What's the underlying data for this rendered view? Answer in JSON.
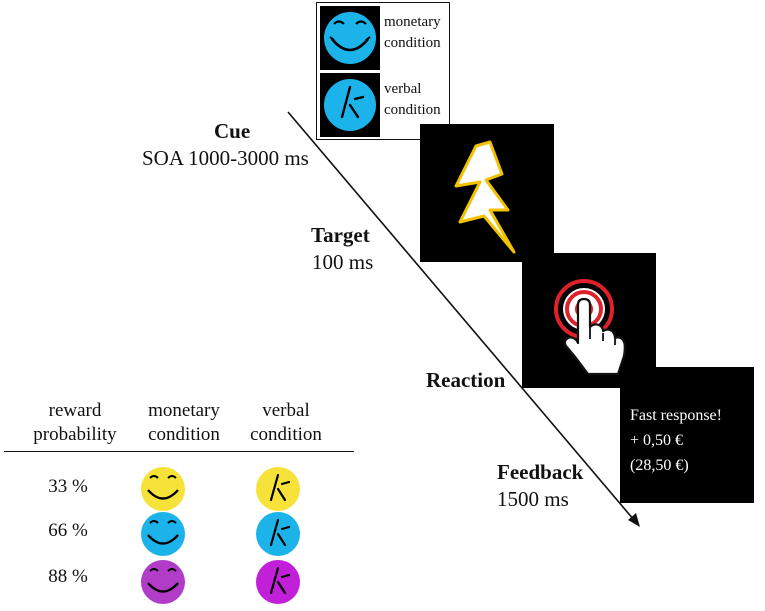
{
  "cue_legend": {
    "monetary": "monetary condition",
    "monetary_lines": [
      "monetary",
      "condition"
    ],
    "verbal": "verbal condition",
    "verbal_lines": [
      "verbal",
      "condition"
    ]
  },
  "steps": {
    "cue": {
      "title": "Cue",
      "timing": "SOA 1000-3000 ms"
    },
    "target": {
      "title": "Target",
      "timing": "100 ms"
    },
    "reaction": {
      "title": "Reaction"
    },
    "feedback": {
      "title": "Feedback",
      "timing": "1500 ms"
    }
  },
  "feedback_screen": {
    "line1": "Fast response!",
    "line2": "+ 0,50 €",
    "line3": "(28,50 €)"
  },
  "table": {
    "headers": {
      "probability_lines": [
        "reward",
        "probability"
      ],
      "monetary_lines": [
        "monetary",
        "condition"
      ],
      "verbal_lines": [
        "verbal",
        "condition"
      ]
    },
    "rows": [
      {
        "probability": "33 %",
        "color": "#f7e23a"
      },
      {
        "probability": "66 %",
        "color": "#1bb3ea"
      },
      {
        "probability": "88 %",
        "color": "#b03cc8"
      }
    ],
    "verbal_colors": [
      "#f7e23a",
      "#1bb3ea",
      "#c21fd9"
    ]
  },
  "colors": {
    "cue_face": "#1bb3ea",
    "bolt_fill": "#ffffff",
    "bolt_stroke": "#f2c200",
    "ring_red": "#e0202a"
  },
  "icons": [
    "smiley-face-icon",
    "neutral-face-icon",
    "lightning-bolt-icon",
    "pointing-hand-touch-icon"
  ]
}
